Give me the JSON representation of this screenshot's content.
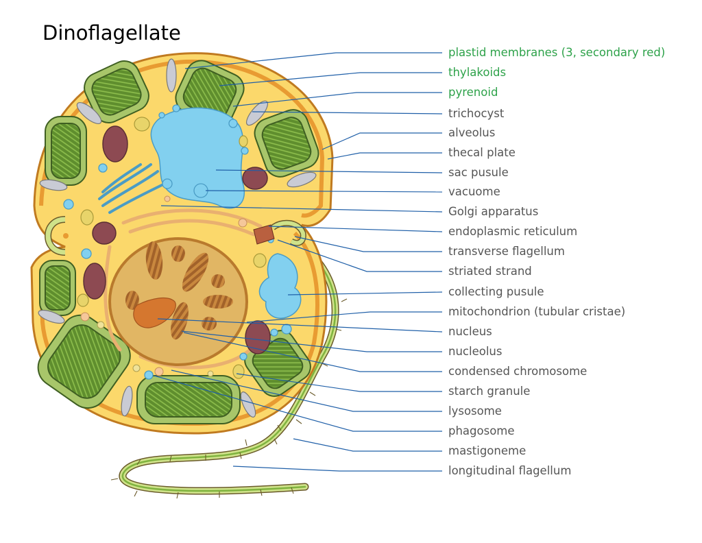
{
  "title": "Dinoflagellate",
  "colors": {
    "green_label": "#2ea24a",
    "gray_label": "#555555",
    "leader": "#1f5fa8",
    "cytoplasm": "#fbd86b",
    "pusule": "#82d0ef",
    "chloroplast": "#6f9a3a",
    "membrane": "#e8a33a"
  },
  "labels": [
    {
      "id": "plastid-membranes",
      "text": "plastid membranes (3, secondary red)",
      "color": "green"
    },
    {
      "id": "thylakoids",
      "text": "thylakoids",
      "color": "green"
    },
    {
      "id": "pyrenoid",
      "text": "pyrenoid",
      "color": "green"
    },
    {
      "id": "trichocyst",
      "text": "trichocyst",
      "color": "gray"
    },
    {
      "id": "alveolus",
      "text": "alveolus",
      "color": "gray"
    },
    {
      "id": "thecal-plate",
      "text": "thecal plate",
      "color": "gray"
    },
    {
      "id": "sac-pusule",
      "text": "sac pusule",
      "color": "gray"
    },
    {
      "id": "vacuome",
      "text": "vacuome",
      "color": "gray"
    },
    {
      "id": "golgi-apparatus",
      "text": "Golgi apparatus",
      "color": "gray"
    },
    {
      "id": "endoplasmic-reticulum",
      "text": "endoplasmic reticulum",
      "color": "gray"
    },
    {
      "id": "transverse-flagellum",
      "text": "transverse flagellum",
      "color": "gray"
    },
    {
      "id": "striated-strand",
      "text": "striated strand",
      "color": "gray"
    },
    {
      "id": "collecting-pusule",
      "text": "collecting pusule",
      "color": "gray"
    },
    {
      "id": "mitochondrion",
      "text": "mitochondrion (tubular cristae)",
      "color": "gray"
    },
    {
      "id": "nucleus",
      "text": "nucleus",
      "color": "gray"
    },
    {
      "id": "nucleolus",
      "text": "nucleolus",
      "color": "gray"
    },
    {
      "id": "condensed-chromosome",
      "text": "condensed chromosome",
      "color": "gray"
    },
    {
      "id": "starch-granule",
      "text": "starch granule",
      "color": "gray"
    },
    {
      "id": "lysosome",
      "text": "lysosome",
      "color": "gray"
    },
    {
      "id": "phagosome",
      "text": "phagosome",
      "color": "gray"
    },
    {
      "id": "mastigoneme",
      "text": "mastigoneme",
      "color": "gray"
    },
    {
      "id": "longitudinal-flagellum",
      "text": "longitudinal flagellum",
      "color": "gray"
    }
  ]
}
